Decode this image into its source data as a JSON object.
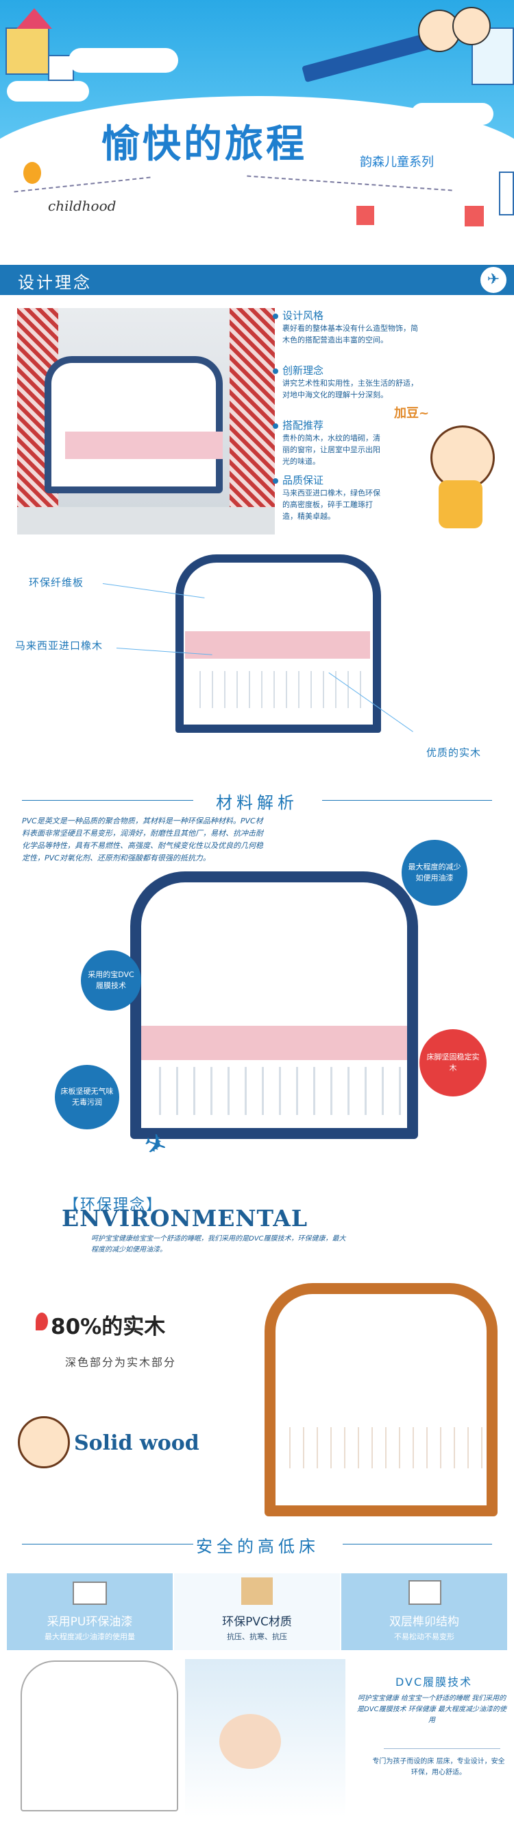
{
  "hero": {
    "title": "愉快的旅程",
    "subtitle": "韵森儿童系列",
    "brand": "childhood"
  },
  "design": {
    "section_title": "设计理念",
    "features": [
      {
        "title": "设计风格",
        "text": "裹好看的整体基本没有什么造型物饰，简木色的搭配营造出丰富的空间。"
      },
      {
        "title": "创新理念",
        "text": "讲究艺术性和实用性，主张生活的舒适，对地中海文化的理解十分深刻。"
      },
      {
        "title": "搭配推荐",
        "text": "贵朴的简木，水纹的墙砌，清丽的窗帘，让居室中显示出阳光的味道。"
      },
      {
        "title": "品质保证",
        "text": "马来西亚进口橡木，绿色环保的高密度板，碎手工雕琢打造，精美卓越。"
      }
    ],
    "cartoon_text": "加豆~"
  },
  "callouts": {
    "board": "环保纤维板",
    "wood": "马来西亚进口橡木",
    "solid": "优质的实木"
  },
  "material": {
    "section_title": "材料解析",
    "description": "PVC是英文是一种品质的聚合物质，其材料是一种环保品种材料。PVC材料表面非常坚硬且不易变形，润滑好，耐磨性且其他厂，易材、抗冲击耐化学品等特性，具有不易燃性、高强度、耐气候变化性以及优良的几何稳定性，PVC对氧化剂、还原剂和强酸都有很强的抵抗力。",
    "bubbles": {
      "top_right": "最大程度的减少 如便用油漆",
      "left_upper": "采用的宝DVC履膜技术",
      "left_lower": "床板坚硬无气味无毒污润",
      "right_red": "床脚坚固稳定实木"
    }
  },
  "environment": {
    "title_cn": "【环保理念】",
    "title_en": "ENVIRONMENTAL",
    "text": "呵护宝宝健康给宝宝一个舒适的睡眠，我们采用的是DVC履膜技术，环保健康，最大程度的减少如便用油漆。"
  },
  "solid_wood": {
    "headline": "80%的实木",
    "sub": "深色部分为实木部分",
    "english": "Solid wood"
  },
  "safety": {
    "section_title": "安全的高低床",
    "boxes": [
      {
        "label": "采用PU环保油漆",
        "small": "最大程度减少油漆的使用量"
      },
      {
        "label": "环保PVC材质",
        "small": "抗压、抗寒、抗压"
      },
      {
        "label": "双层榫卯结构",
        "small": "不易松动不易变形"
      }
    ],
    "dvc_title": "DVC履膜技术",
    "dvc_text": "呵护宝宝健康 给宝宝一个舒适的睡眠 我们采用的是DVC履膜技术 环保健康 最大程度减少油漆的使用",
    "dvc_text2": "专门为孩子而设的床 层床，专业设计，安全环保，用心舒适。"
  },
  "colors": {
    "primary_blue": "#1d77b8",
    "sky_blue": "#2aa9e6",
    "accent_red": "#e53e3e",
    "wood_brown": "#c6722c"
  }
}
